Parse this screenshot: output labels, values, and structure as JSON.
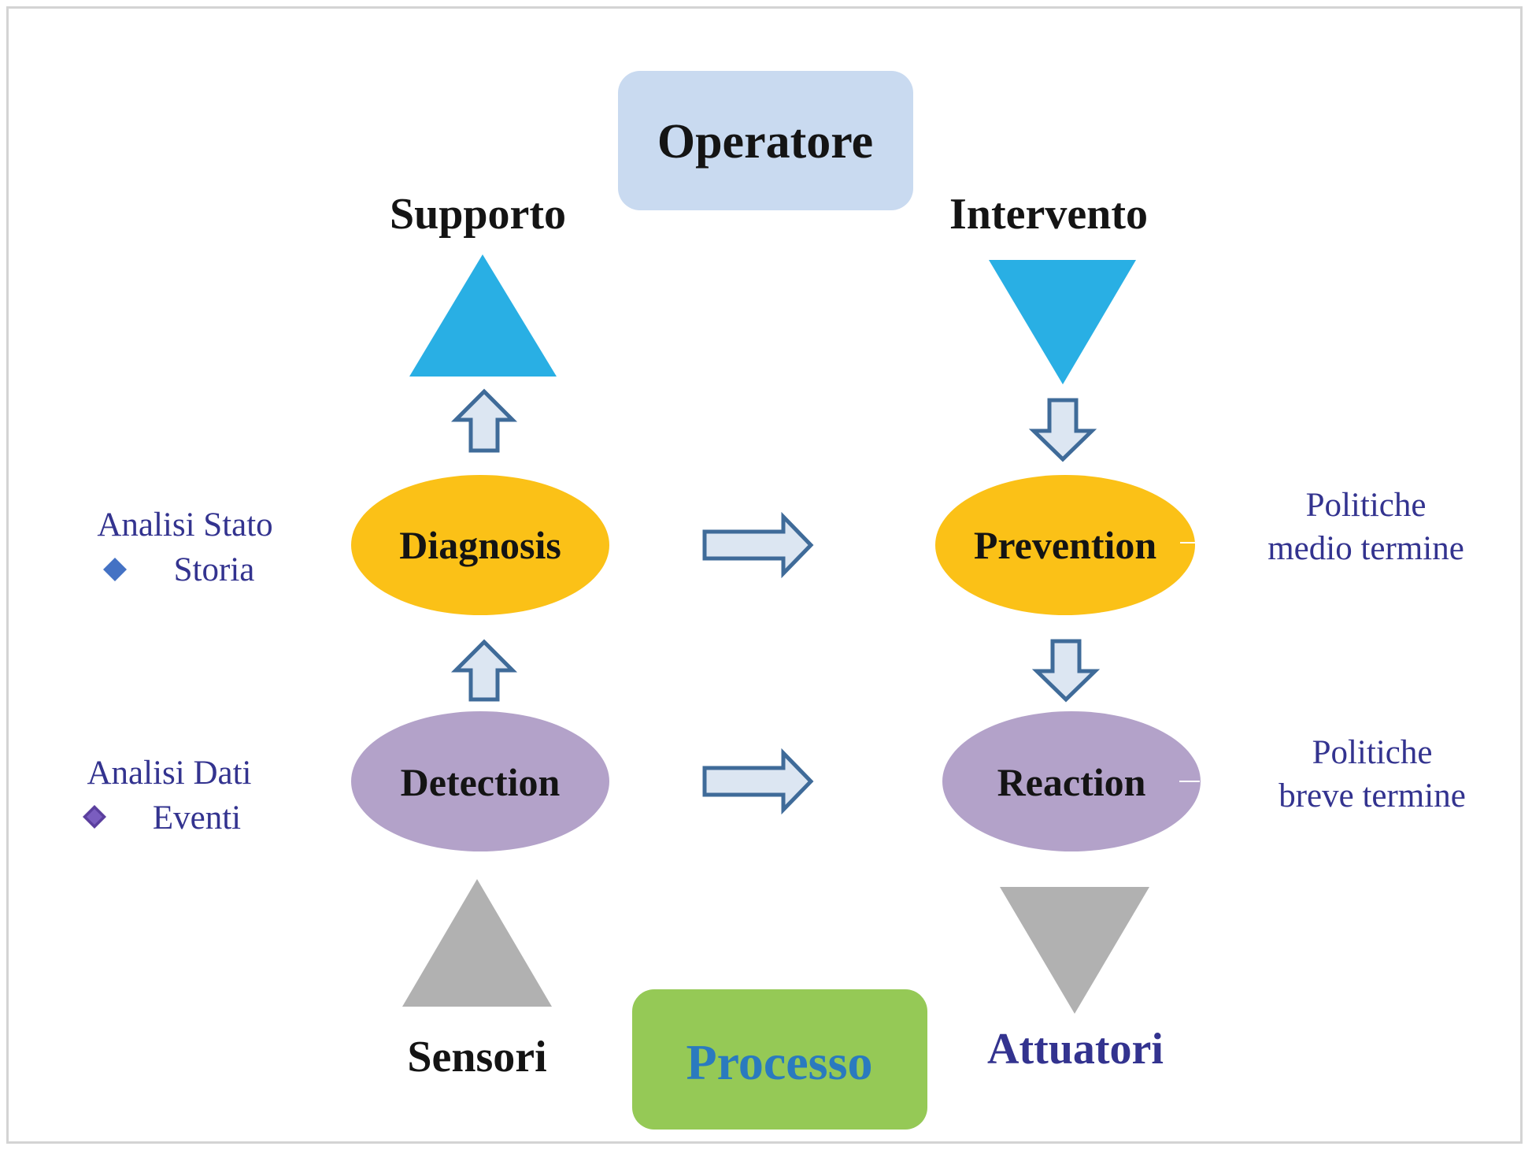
{
  "operator": {
    "label": "Operatore",
    "color": "#c9daf0"
  },
  "process": {
    "label": "Processo",
    "color": "#95c956",
    "text_color": "#2a7abf"
  },
  "support": {
    "label": "Supporto"
  },
  "intervention": {
    "label": "Intervento"
  },
  "sensors": {
    "label": "Sensori"
  },
  "actuators": {
    "label": "Attuatori"
  },
  "nodes": {
    "diagnosis": {
      "label": "Diagnosis",
      "color": "#fbc117"
    },
    "prevention": {
      "label": "Prevention",
      "color": "#fbc117"
    },
    "detection": {
      "label": "Detection",
      "color": "#b3a2c9"
    },
    "reaction": {
      "label": "Reaction",
      "color": "#b3a2c9"
    }
  },
  "left_notes": {
    "analisi_stato": "Analisi Stato",
    "storia": "Storia",
    "analisi_dati": "Analisi Dati",
    "eventi": "Eventi"
  },
  "right_notes": {
    "medio_line1": "Politiche",
    "medio_line2": "medio termine",
    "breve_line1": "Politiche",
    "breve_line2": "breve termine"
  },
  "colors": {
    "cyan_triangle": "#29afe4",
    "gray_triangle": "#b1b1b1",
    "arrow_fill": "#dce6f2",
    "arrow_stroke": "#3f6b99",
    "note_text": "#33338f",
    "bullet_blue": "#4472c4",
    "bullet_purple": "#5b3f9e"
  }
}
